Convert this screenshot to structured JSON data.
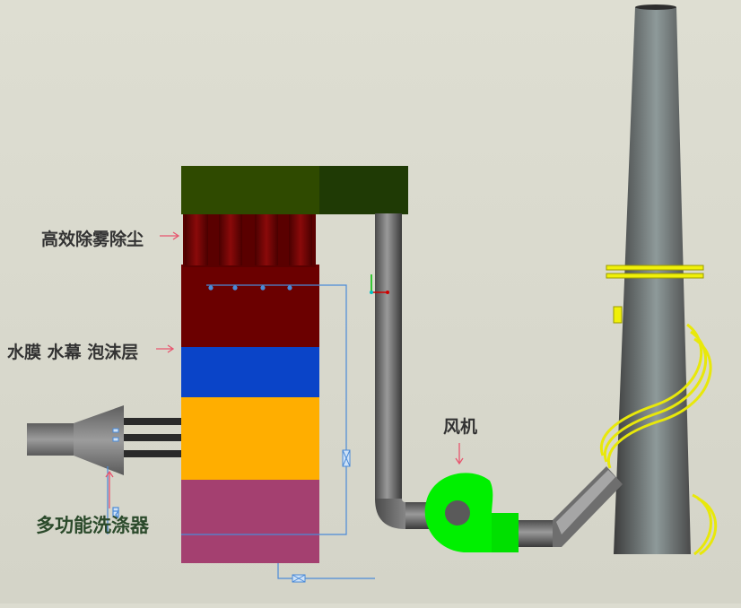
{
  "labels": {
    "demister": "高效除雾除尘",
    "layers": "水膜 水幕 泡沫层",
    "fan": "风机",
    "scrubber": "多功能洗涤器"
  },
  "colors": {
    "background": "#d8d8cc",
    "top_hood": "#2f4a00",
    "top_hood_right": "#1f3a05",
    "demister": "#6b0000",
    "water_film_layer": "#0a44c8",
    "foam_layer": "#ffae00",
    "bottom_section": "#a44070",
    "fan": "#00f000",
    "pipe": "#7a7a7a",
    "chimney": "#7c7c7c",
    "ladder": "#f2f20a",
    "arrow": "#e8556e",
    "water_line": "#4a8ad8"
  },
  "icons": [
    "arrow-icon",
    "axis-triad-icon",
    "valve-icon"
  ]
}
